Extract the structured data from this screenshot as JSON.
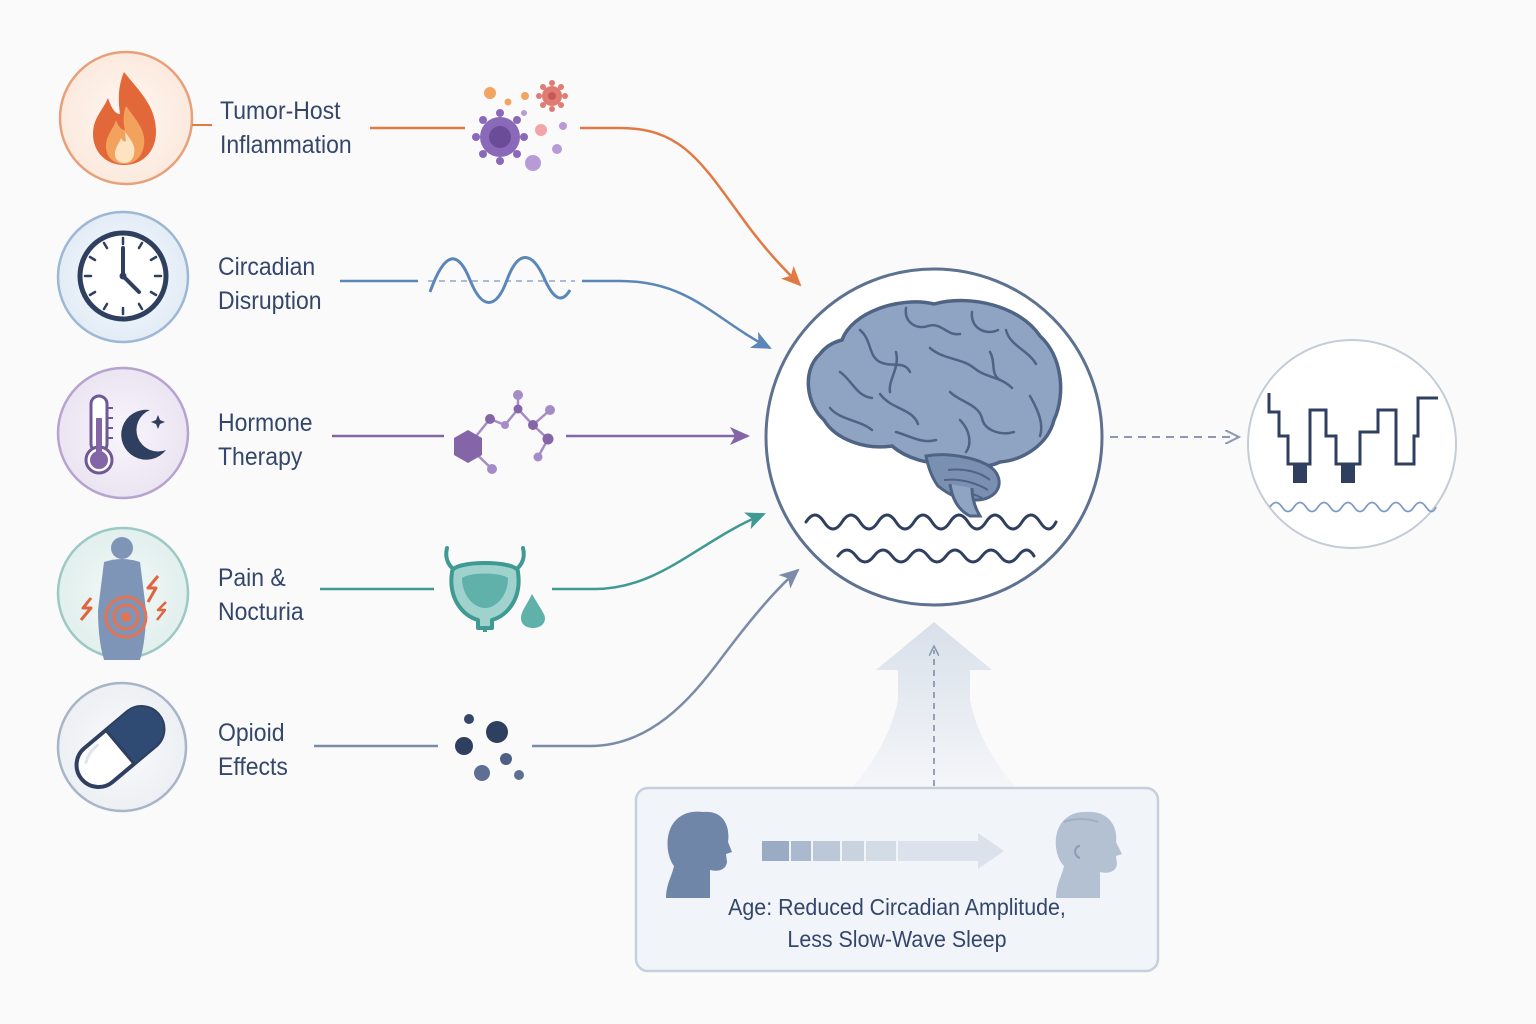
{
  "factors": [
    {
      "id": "inflammation",
      "line1": "Tumor-Host",
      "line2": "Inflammation",
      "color": "#e07a45"
    },
    {
      "id": "circadian",
      "line1": "Circadian",
      "line2": "Disruption",
      "color": "#5b86b8"
    },
    {
      "id": "hormone",
      "line1": "Hormone",
      "line2": "Therapy",
      "color": "#8466a8"
    },
    {
      "id": "pain",
      "line1": "Pain &",
      "line2": "Nocturia",
      "color": "#3f9a93"
    },
    {
      "id": "opioid",
      "line1": "Opioid",
      "line2": "Effects",
      "color": "#6b7fa0"
    }
  ],
  "age_box": {
    "line1": "Age: Reduced Circadian Amplitude,",
    "line2": "Less Slow-Wave Sleep"
  },
  "icons": {
    "factor_icons": [
      "flame-icon",
      "clock-icon",
      "thermometer-moon-icon",
      "body-pain-icon",
      "capsule-icon"
    ],
    "mediator_icons": [
      "cytokine-cluster-icon",
      "sine-wave-icon",
      "molecule-icon",
      "bladder-drop-icon",
      "opioid-dots-icon"
    ],
    "center": "brain-icon",
    "output": "hypnogram-icon",
    "age": [
      "young-head-icon",
      "older-head-icon"
    ]
  },
  "colors": {
    "navy": "#34476b",
    "brain": "#8fa3c2",
    "circle_stroke": "#5d7290"
  }
}
